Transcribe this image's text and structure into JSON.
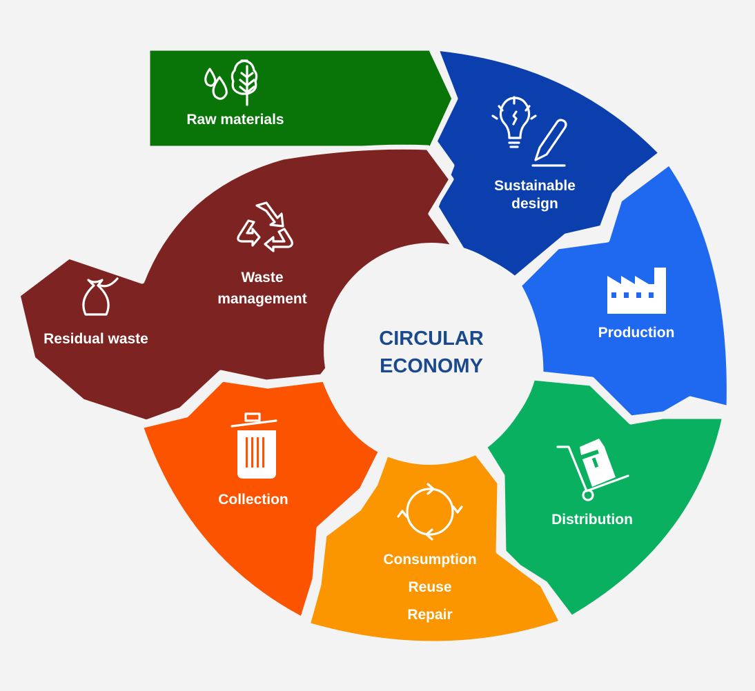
{
  "diagram": {
    "title": "CIRCULAR ECONOMY",
    "title_lines": [
      "CIRCULAR",
      "ECONOMY"
    ],
    "colors": {
      "background": "#f3f3f4",
      "center_text": "#1a4a8c",
      "raw_materials": "#097509",
      "sustainable_design": "#0b3fae",
      "production": "#1f69f0",
      "distribution": "#08b060",
      "consumption": "#fb9500",
      "collection": "#fb5300",
      "waste_management": "#7d2422",
      "residual_waste": "#7d2422"
    },
    "segments": [
      {
        "id": "raw_materials",
        "label_lines": [
          "Raw materials"
        ],
        "icon": "water-drops-and-tree-icon"
      },
      {
        "id": "sustainable_design",
        "label_lines": [
          "Sustainable",
          "design"
        ],
        "icon": "lightbulb-and-pencil-icon"
      },
      {
        "id": "production",
        "label_lines": [
          "Production"
        ],
        "icon": "factory-icon"
      },
      {
        "id": "distribution",
        "label_lines": [
          "Distribution"
        ],
        "icon": "hand-truck-boxes-icon"
      },
      {
        "id": "consumption",
        "label_lines": [
          "Consumption",
          "Reuse",
          "Repair"
        ],
        "icon": "circular-arrows-icon"
      },
      {
        "id": "collection",
        "label_lines": [
          "Collection"
        ],
        "icon": "trash-bin-icon"
      },
      {
        "id": "waste_management",
        "label_lines": [
          "Waste",
          "management"
        ],
        "icon": "recycle-icon"
      },
      {
        "id": "residual_waste",
        "label_lines": [
          "Residual waste"
        ],
        "icon": "garbage-bag-icon"
      }
    ]
  }
}
